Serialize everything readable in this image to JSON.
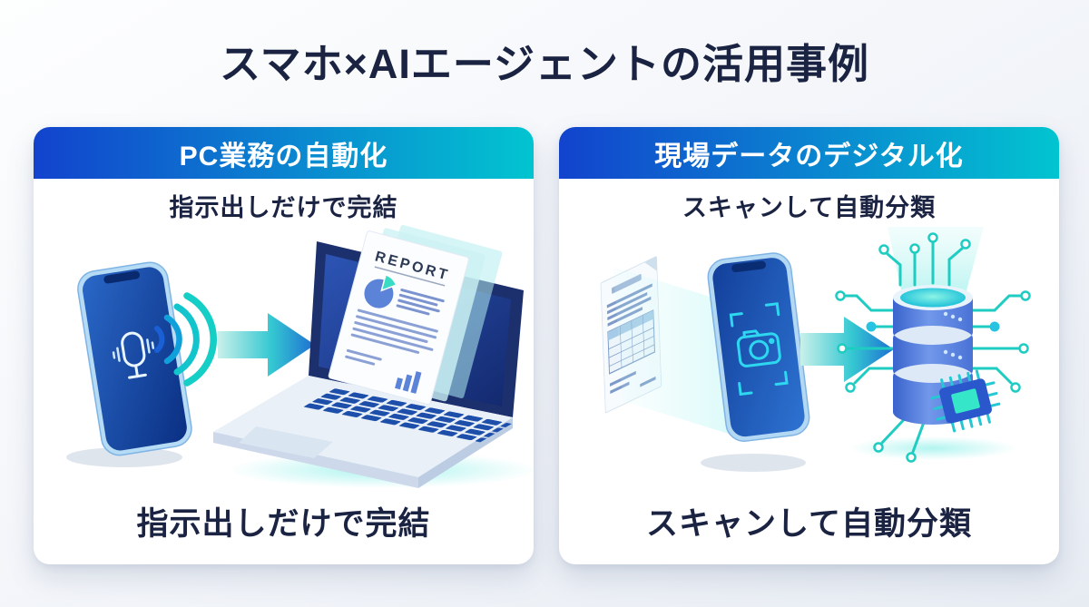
{
  "page": {
    "title": "スマホ×AIエージェントの活用事例"
  },
  "cards": [
    {
      "id": "pc-automation",
      "header": "PC業務の自動化",
      "subtitle": "指示出しだけで完結",
      "caption": "指示出しだけで完結"
    },
    {
      "id": "field-data-digitization",
      "header": "現場データのデジタル化",
      "subtitle": "スキャンして自動分類",
      "caption": "スキャンして自動分類"
    }
  ],
  "illustrations": {
    "report_label": "REPORT",
    "left_scene": "smartphone with microphone emitting voice waves, arrow to laptop generating a report document",
    "right_scene": "paper form scanned by smartphone camera, arrow to glowing database with circuit traces and cpu chip"
  },
  "icons": {
    "left": [
      "smartphone-icon",
      "microphone-icon",
      "sound-waves-icon",
      "arrow-right-icon",
      "laptop-icon",
      "report-document-icon",
      "pie-chart-icon",
      "bar-chart-icon"
    ],
    "right": [
      "document-icon",
      "scan-beam",
      "smartphone-icon",
      "camera-icon",
      "scan-frame-icon",
      "arrow-right-icon",
      "database-icon",
      "circuit-traces-icon",
      "cpu-chip-icon",
      "upload-beam"
    ]
  },
  "colors": {
    "title_text": "#1a2342",
    "header_gradient_start": "#1243cd",
    "header_gradient_end": "#02c4d0",
    "accent_blue": "#1d64d2",
    "accent_teal": "#17c9cb",
    "card_background": "#ffffff",
    "page_background": "#eef1f6"
  }
}
